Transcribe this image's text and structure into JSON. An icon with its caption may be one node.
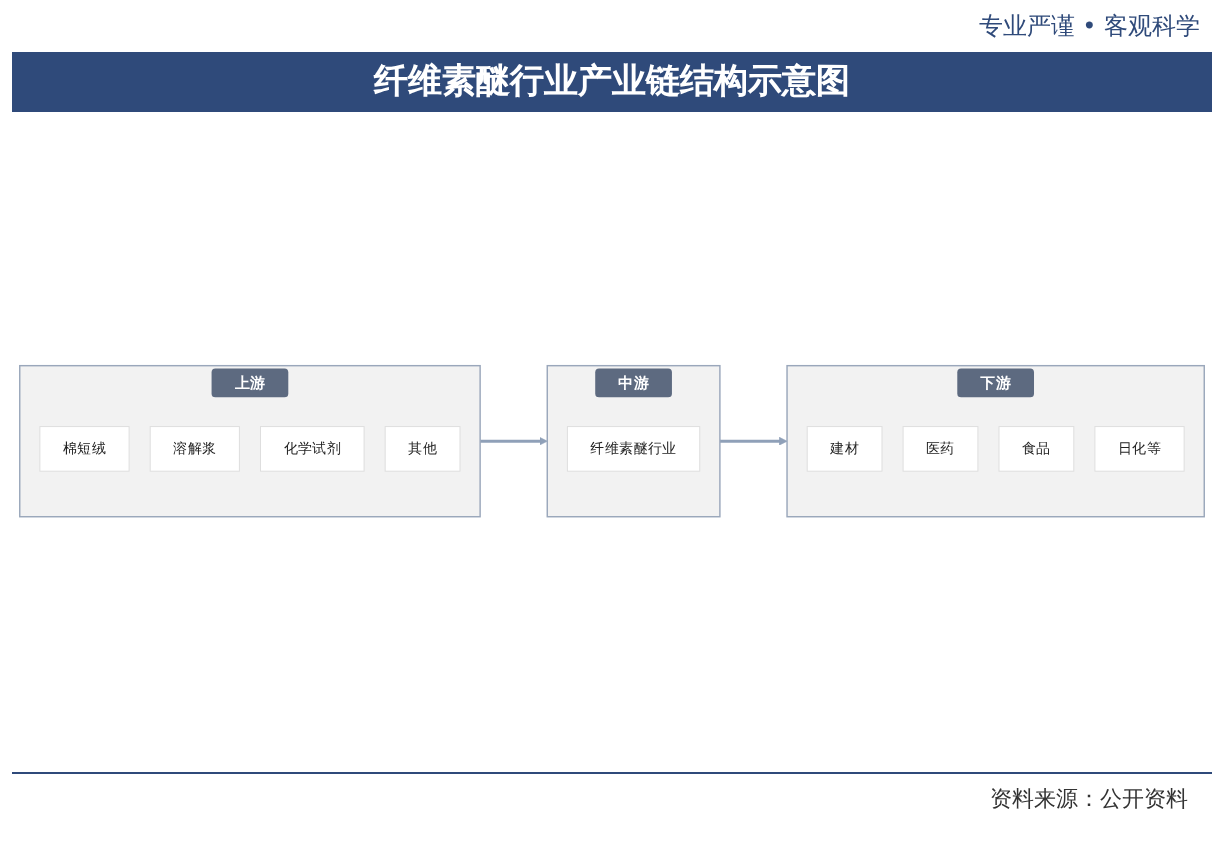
{
  "diagram": {
    "title": "纤维素醚行业产业链结构示意图",
    "nodes": [
      {
        "text": [
          "上游"
        ]
      },
      {
        "text": [
          "棉短绒"
        ],
        "in": 0
      },
      {
        "text": [
          "溶解浆"
        ],
        "in": 0
      },
      {
        "text": [
          "化学试剂"
        ],
        "in": 0
      },
      {
        "text": [
          "其他"
        ],
        "in": 0
      },
      {
        "text": [
          "中游"
        ]
      },
      {
        "text": [
          "纤维素醚行业"
        ],
        "in": 5
      },
      {
        "text": [
          "下游"
        ]
      },
      {
        "text": [
          "建材"
        ],
        "in": 7
      },
      {
        "text": [
          "医药"
        ],
        "in": 7
      },
      {
        "text": [
          "食品"
        ],
        "in": 7
      },
      {
        "text": [
          "日化等"
        ],
        "in": 7
      }
    ],
    "edges": [
      {
        "from": 0,
        "to": 5,
        "arrow": "to"
      },
      {
        "from": 5,
        "to": 7,
        "arrow": "to"
      }
    ],
    "labels": [
      "专业严谨 • 客观科学"
    ],
    "caption": "资料来源：公开资料"
  }
}
